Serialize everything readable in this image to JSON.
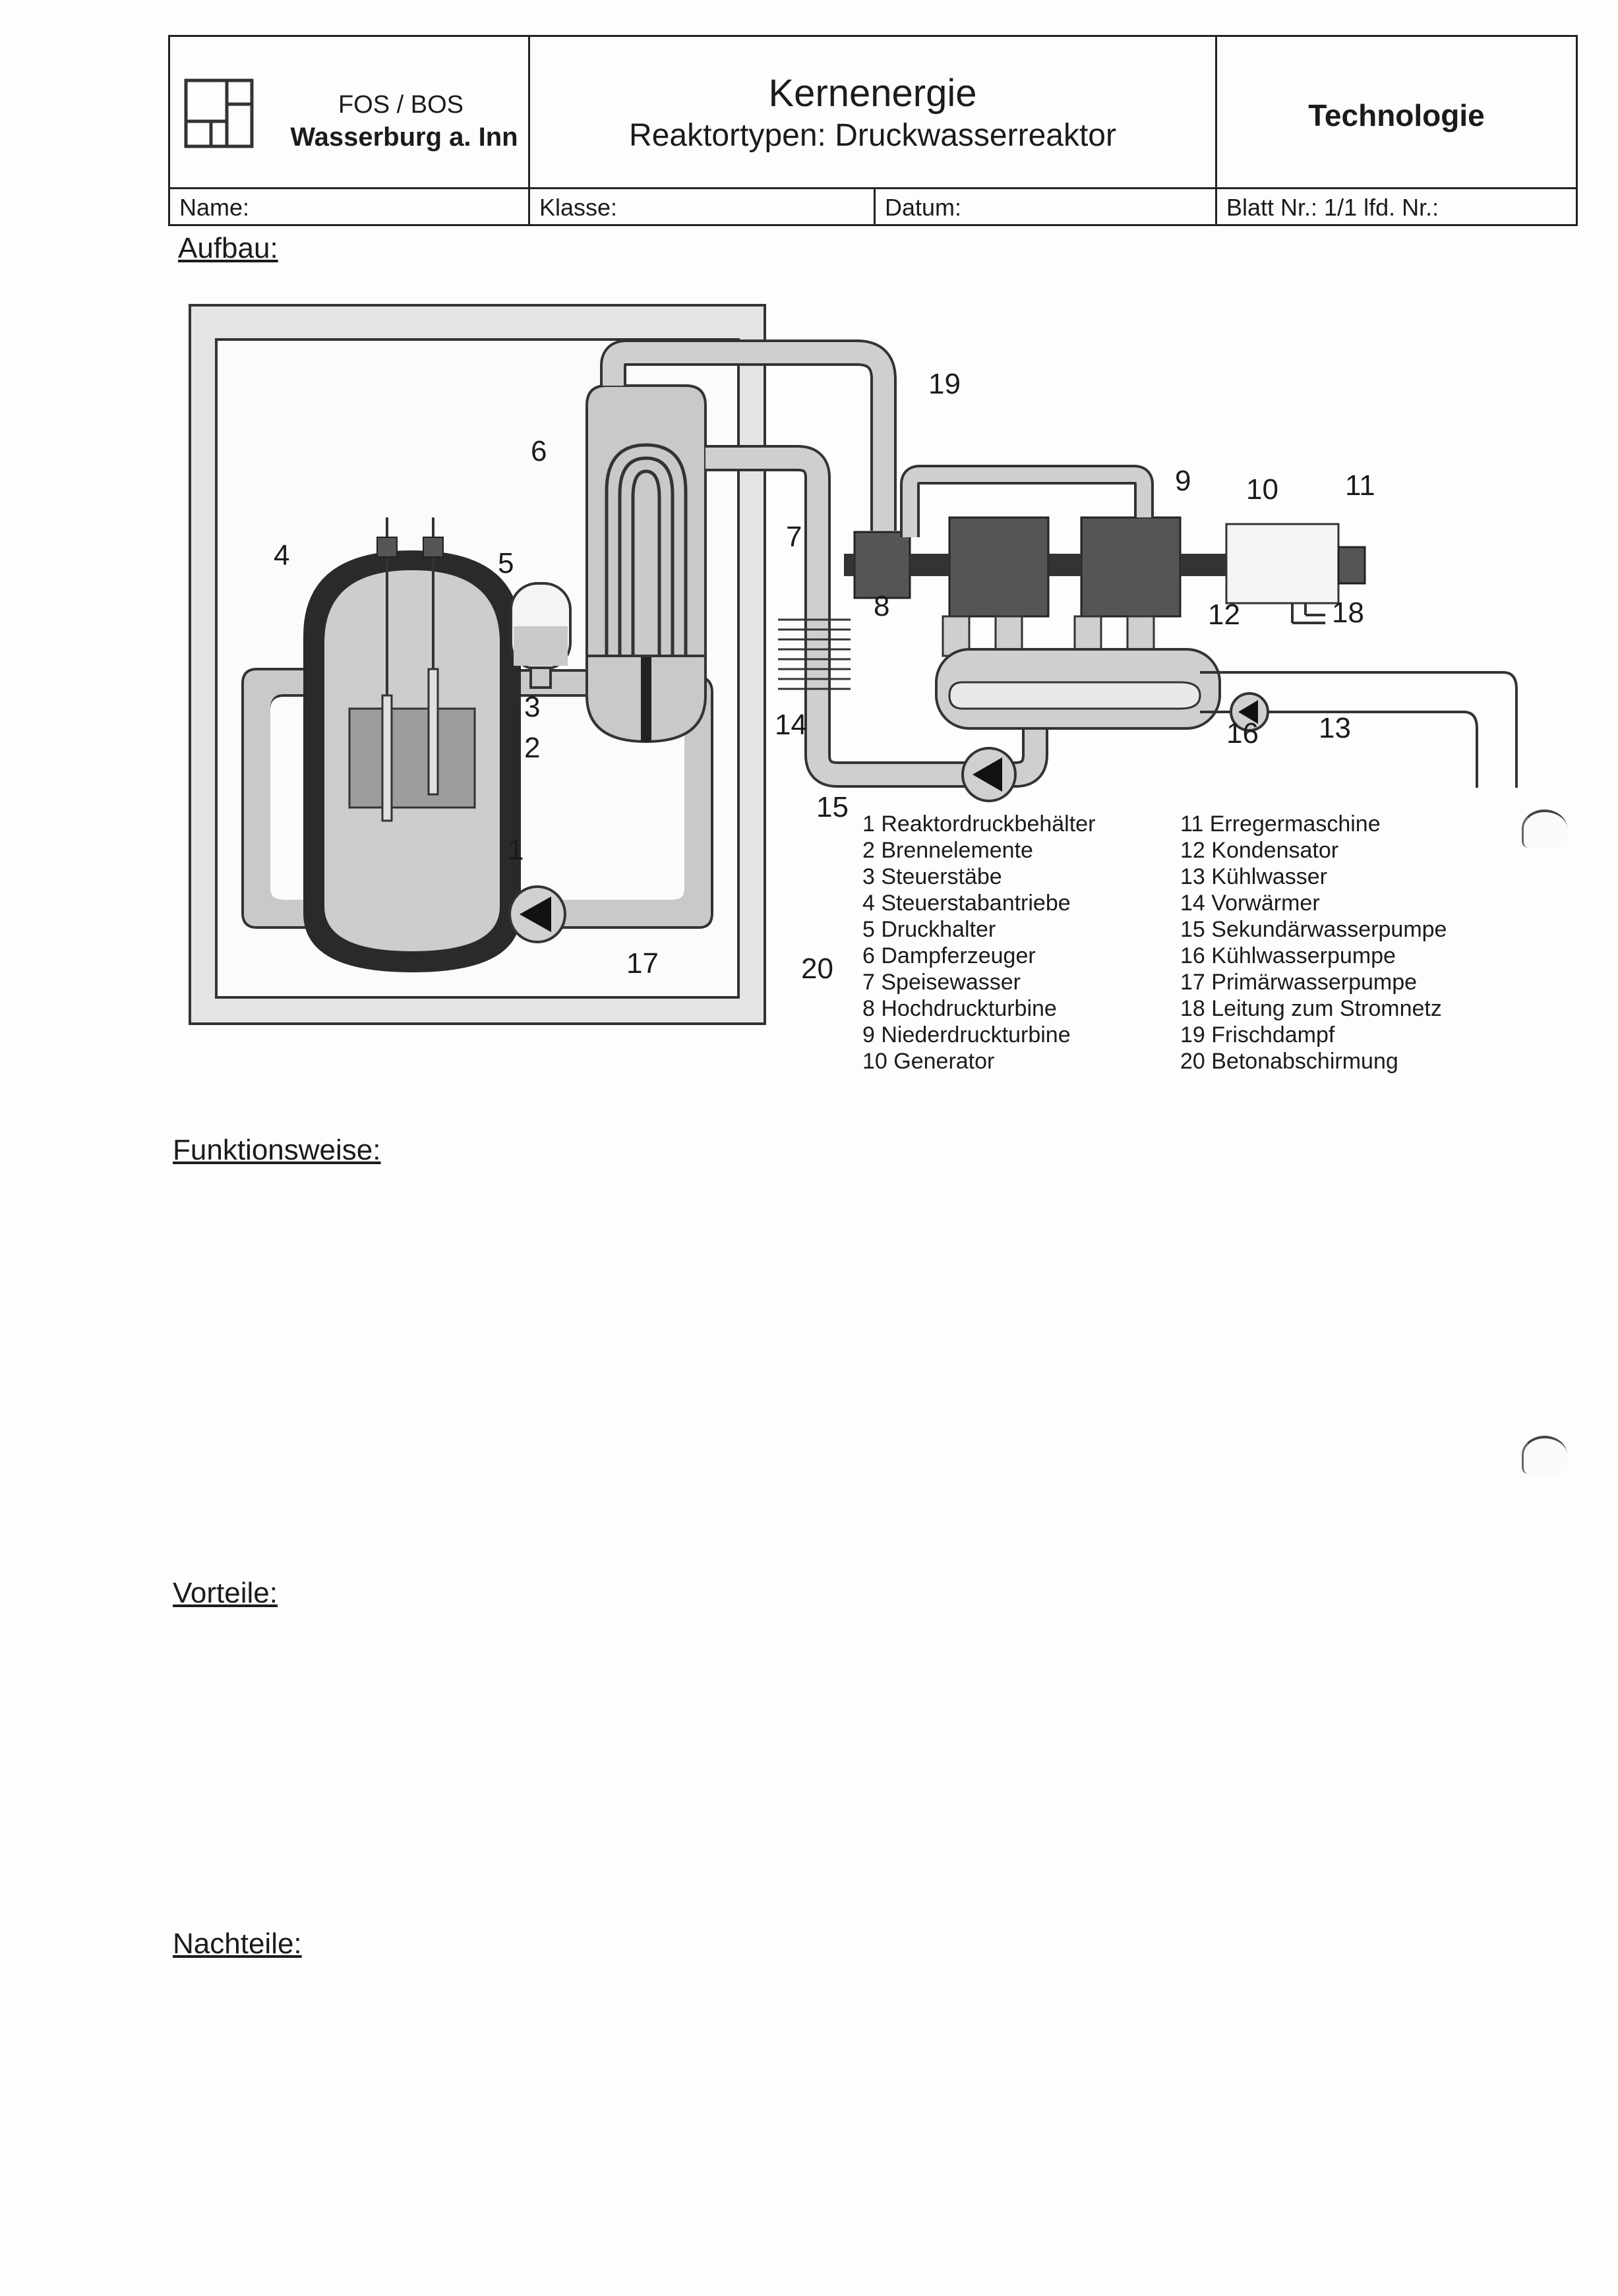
{
  "header": {
    "school_line1": "FOS / BOS",
    "school_line2": "Wasserburg a. Inn",
    "title": "Kernenergie",
    "subtitle": "Reaktortypen: Druckwasserreaktor",
    "subject": "Technologie",
    "name_label": "Name:",
    "klasse_label": "Klasse:",
    "datum_label": "Datum:",
    "blatt_label": "Blatt Nr.: 1/1  lfd. Nr.:"
  },
  "sections": {
    "aufbau": "Aufbau:",
    "funktionsweise": "Funktionsweise:",
    "vorteile": "Vorteile:",
    "nachteile": "Nachteile:"
  },
  "diagram": {
    "callouts": [
      "1",
      "2",
      "3",
      "4",
      "5",
      "6",
      "7",
      "8",
      "9",
      "10",
      "11",
      "12",
      "13",
      "14",
      "15",
      "16",
      "17",
      "18",
      "19",
      "20"
    ],
    "legend_left": [
      "1 Reaktordruckbehälter",
      "2 Brennelemente",
      "3 Steuerstäbe",
      "4 Steuerstabantriebe",
      "5 Druckhalter",
      "6 Dampferzeuger",
      "7 Speisewasser",
      "8 Hochdruckturbine",
      "9 Niederdruckturbine",
      "10 Generator"
    ],
    "legend_right": [
      "11 Erregermaschine",
      "12 Kondensator",
      "13 Kühlwasser",
      "14 Vorwärmer",
      "15 Sekundärwasserpumpe",
      "16 Kühlwasserpumpe",
      "17 Primärwasserpumpe",
      "18 Leitung zum Stromnetz",
      "19 Frischdampf",
      "20 Betonabschirmung"
    ]
  }
}
